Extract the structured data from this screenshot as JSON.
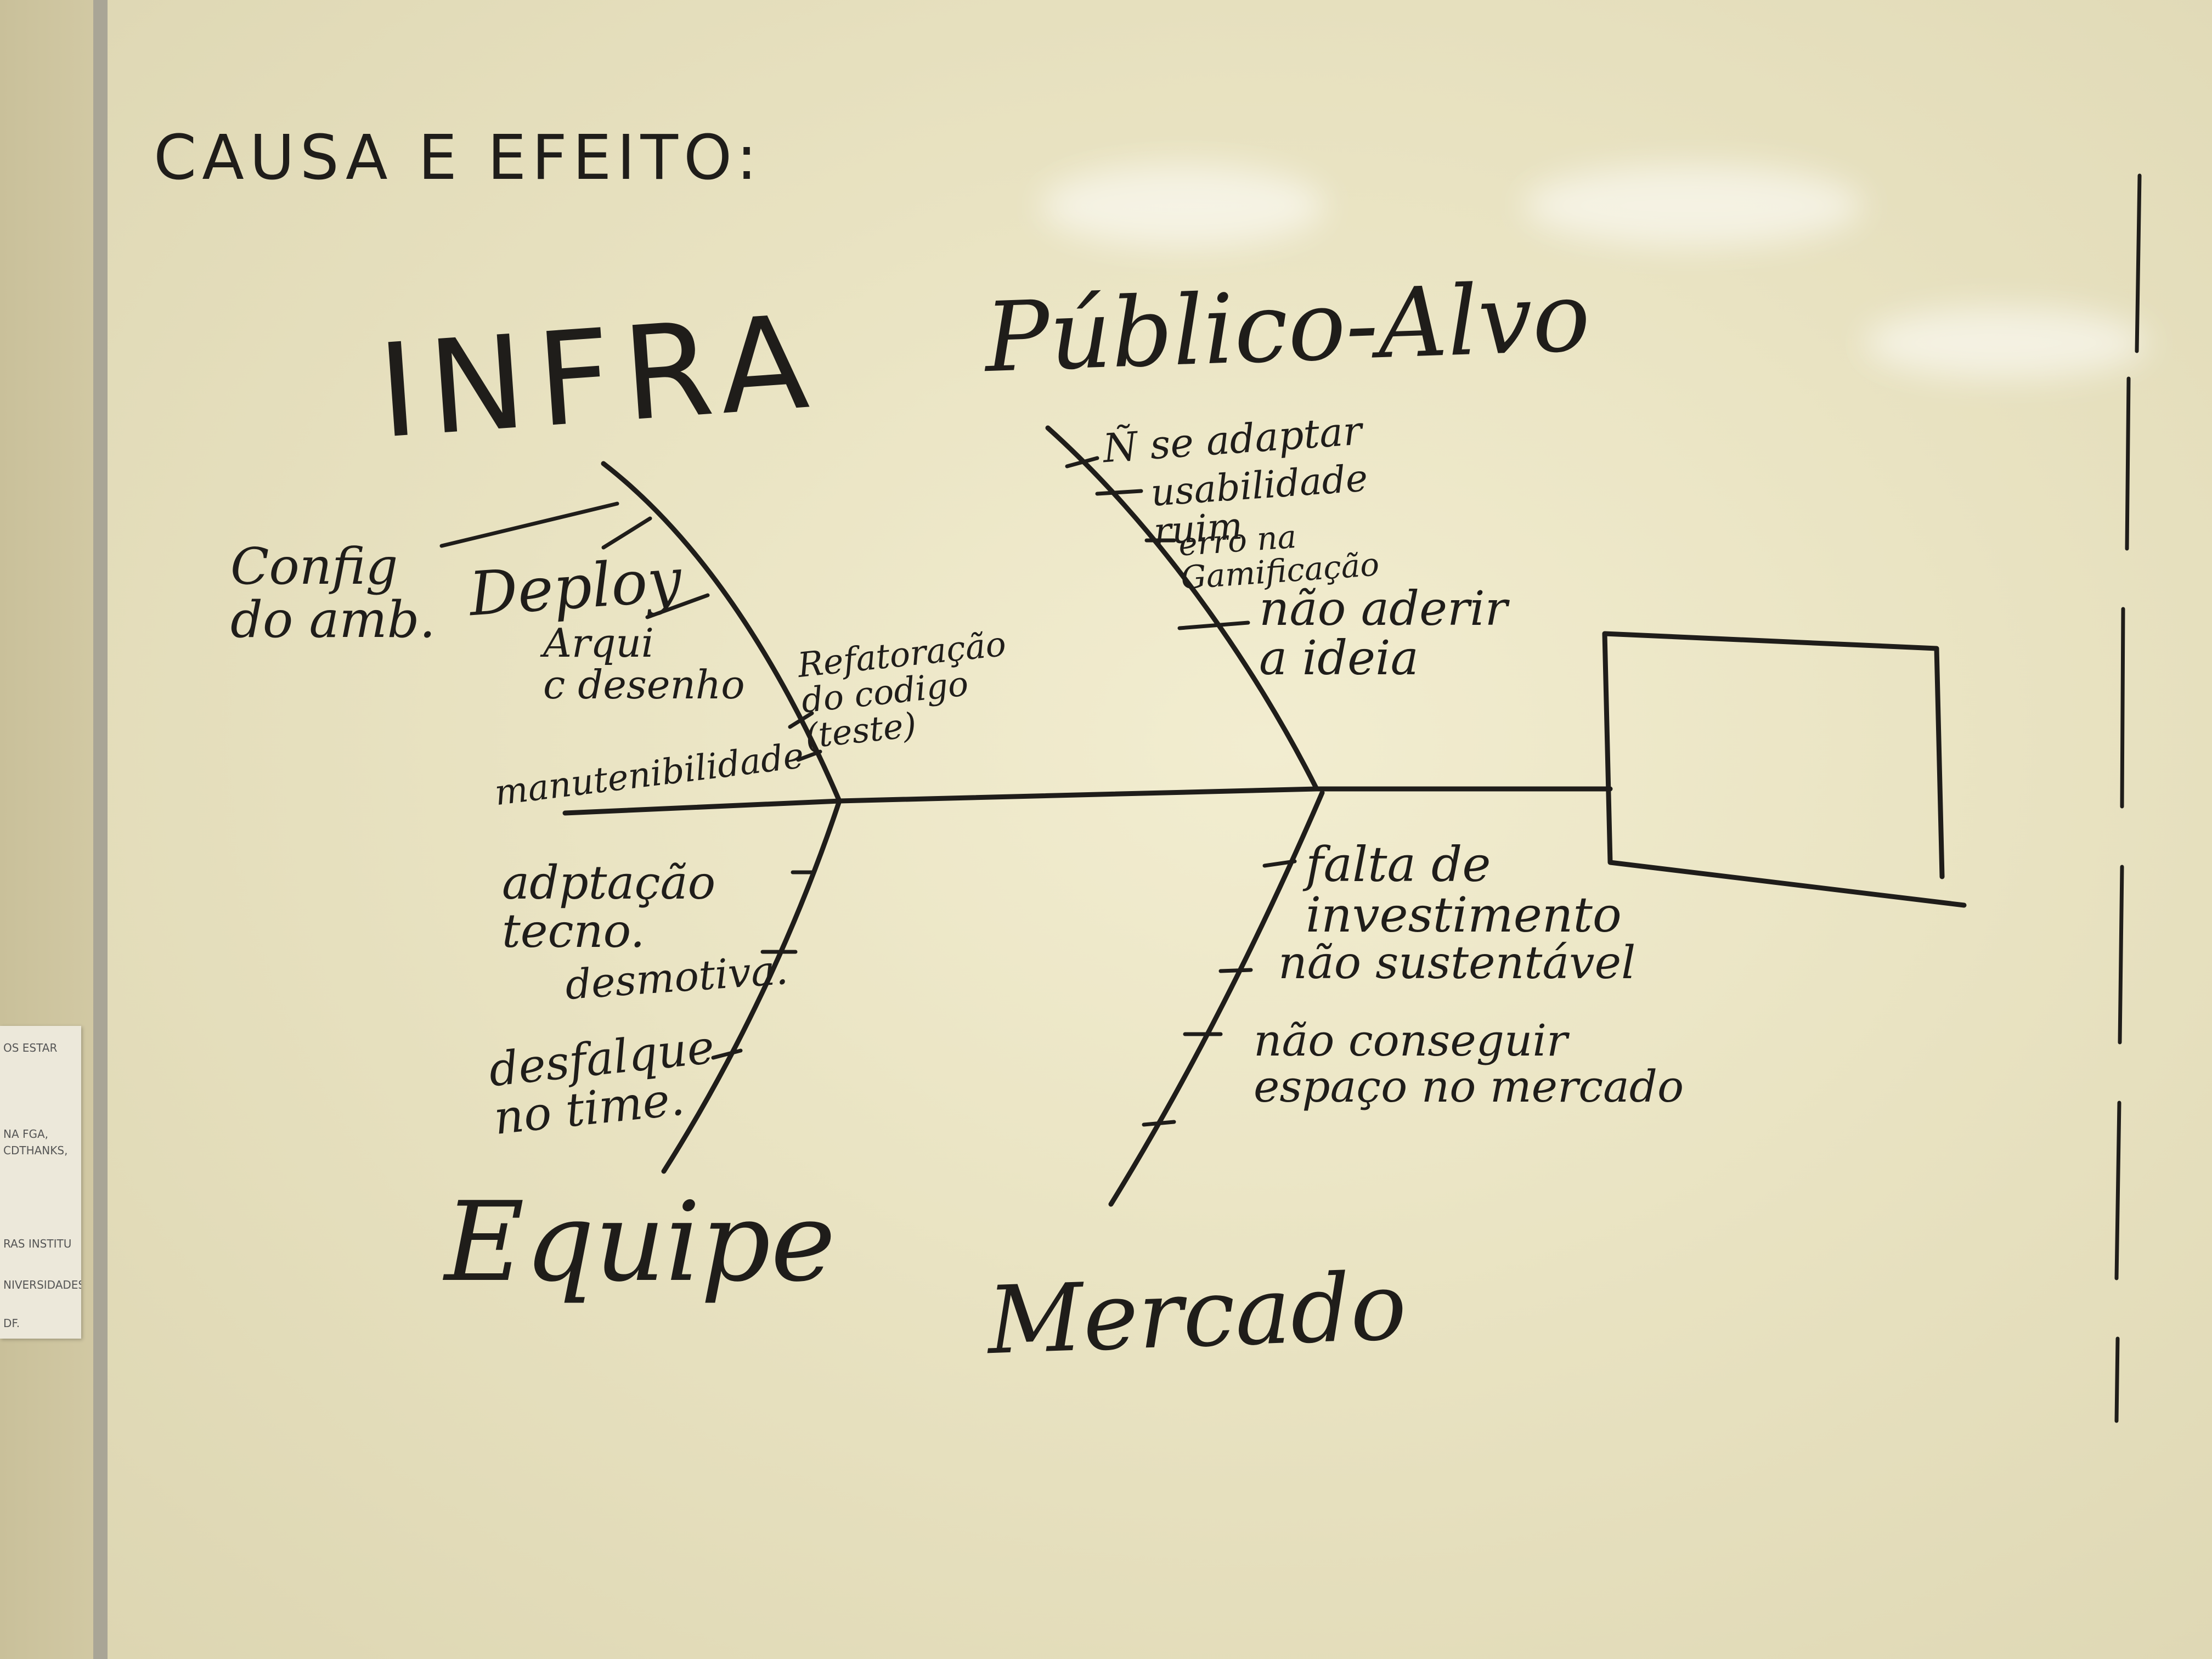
{
  "title": "CAUSA E EFEITO:",
  "categories": {
    "infra": "INFRA",
    "publico": "Público-Alvo",
    "equipe": "Equipe",
    "mercado": "Mercado"
  },
  "infra_causes": {
    "config": "Config\ndo amb.",
    "deploy": "Deploy",
    "arqui": "Arqui\nc desenho",
    "refatoracao": "Refatoração\ndo codigo\n(teste)",
    "manutenibilidade": "manutenibilidade"
  },
  "publico_causes": {
    "adaptar": "Ñ se adaptar",
    "usabilidade": "usabilidade\nruim",
    "gamificacao": "erro na\nGamificação",
    "aderir": "não aderir\na ideia"
  },
  "equipe_causes": {
    "adaptacao": "adptação\ntecno.",
    "desmotiv": "desmotiva.",
    "desfalque": "desfalque\nno time."
  },
  "mercado_causes": {
    "investimento": "falta de\ninvestimento",
    "sustentavel": "não sustentável",
    "espaco": "não conseguir\nespaço no mercado"
  },
  "side_note": [
    "OS ESTAR",
    "NA FGA,",
    "CDTHANKS,",
    "RAS INSTITU",
    "NIVERSIDADES",
    "DF."
  ]
}
